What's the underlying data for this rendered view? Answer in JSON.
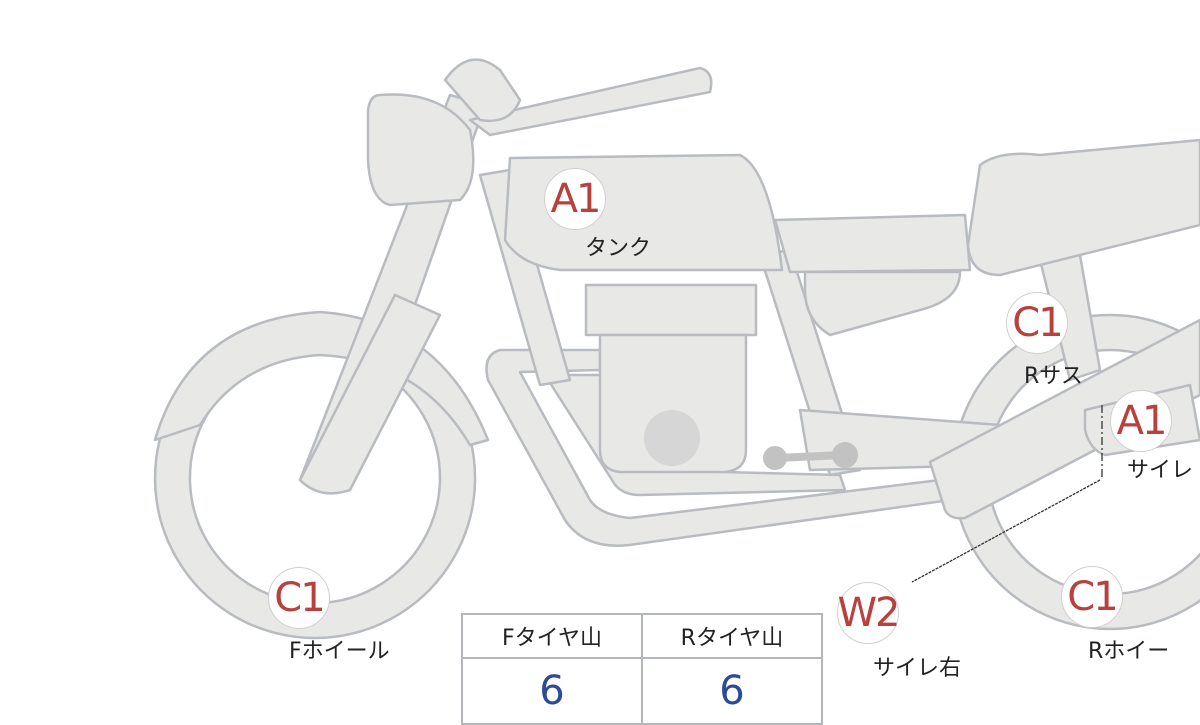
{
  "parts": [
    {
      "grade": "A1",
      "name": "タンク"
    },
    {
      "grade": "C1",
      "name": "Rサス"
    },
    {
      "grade": "A1",
      "name": "サイレ"
    },
    {
      "grade": "C1",
      "name": "Rホイー"
    },
    {
      "grade": "W2",
      "name": "サイレ右"
    },
    {
      "grade": "C1",
      "name": "Fホイール"
    }
  ],
  "tread_table": {
    "headers": [
      "Fタイヤ山",
      "Rタイヤ山"
    ],
    "values": [
      "6",
      "6"
    ]
  },
  "colors": {
    "grade": "#b8413e",
    "value": "#2b4a9a",
    "body": "#e8e8e6",
    "outline": "#b8bcc0"
  }
}
